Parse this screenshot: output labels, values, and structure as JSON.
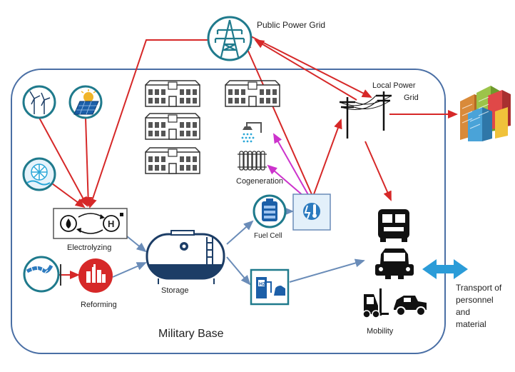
{
  "labels": {
    "public_grid": "Public Power Grid",
    "local_grid_line1": "Local Power",
    "local_grid_line2": "Grid",
    "cogeneration": "Cogeneration",
    "electrolyzing": "Electrolyzing",
    "reforming": "Reforming",
    "storage": "Storage",
    "fuel_cell": "Fuel Cell",
    "mobility": "Mobility",
    "military_base": "Military Base",
    "transport_line1": "Transport of",
    "transport_line2": "personnel",
    "transport_line3": "and",
    "transport_line4": "material",
    "electrolyzer_h": "H",
    "h2": "H2"
  },
  "icons": {
    "public_grid": "power-pylon-icon",
    "local_grid": "utility-pole-icon",
    "city": "city-buildings-icon",
    "buildings": "barracks-building-icon",
    "shower": "shower-icon",
    "radiator": "radiator-icon",
    "chp_unit": "chp-unit-icon",
    "wind": "wind-turbine-icon",
    "solar": "solar-panel-icon",
    "hydro": "hydro-turbine-icon",
    "pipeline": "gas-pipeline-icon",
    "refinery": "refinery-icon",
    "tank": "hydrogen-tank-icon",
    "fuel_cell": "fuel-cell-icon",
    "h2_station": "h2-station-icon",
    "bus": "bus-icon",
    "truck": "truck-icon",
    "forklift": "forklift-icon",
    "car": "jeep-icon",
    "double_arrow": "double-arrow-icon"
  },
  "colors": {
    "energy_arrow": "#d62828",
    "heat_arrow": "#cc33cc",
    "hydrogen_arrow": "#6a8cb8",
    "icon_teal": "#1f7a8c",
    "base_border": "#4a6fa5",
    "tank_blue": "#1c3d66",
    "double_arrow": "#2b9cd8",
    "refinery_red": "#d62828"
  }
}
